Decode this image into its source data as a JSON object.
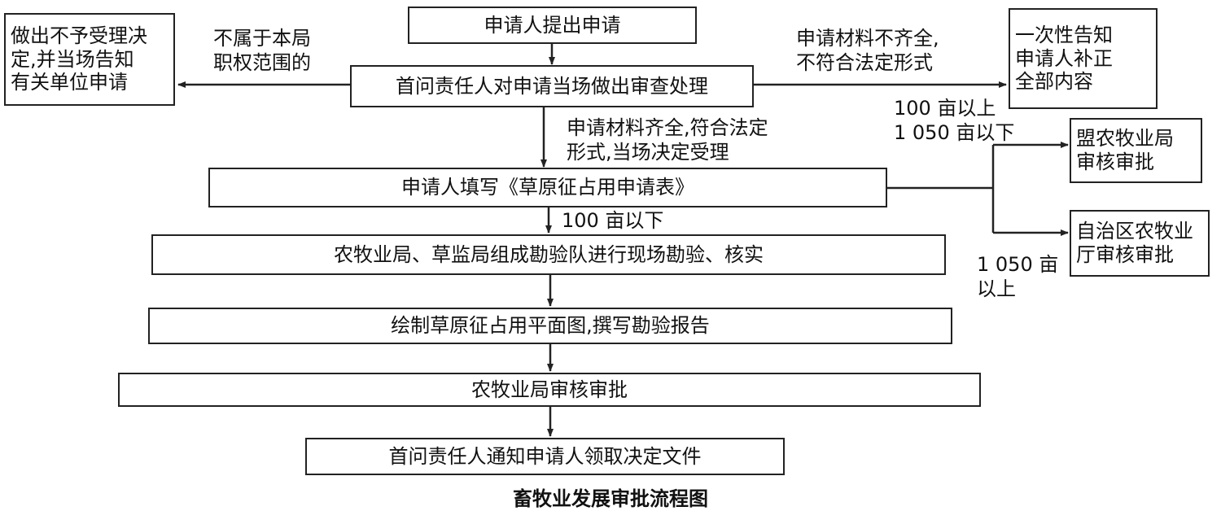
{
  "boxes": {
    "apply": "申请人提出申请",
    "review": "首问责任人对申请当场做出审查处理",
    "reject": "做出不予受理决\n定,并当场告知\n有关单位申请",
    "notify_fix": "一次性告知\n申请人补正\n全部内容",
    "fill_form": "申请人填写《草原征占用申请表》",
    "survey": "农牧业局、草监局组成勘验队进行现场勘验、核实",
    "draw_map": "绘制草原征占用平面图,撰写勘验报告",
    "bureau_approve": "农牧业局审核审批",
    "notify_collect": "首问责任人通知申请人领取决定文件",
    "league_approve": "盟农牧业局\n审核审批",
    "region_approve": "自治区农牧业\n厅审核审批"
  },
  "labels": {
    "not_jurisdiction": "不属于本局\n职权范围的",
    "incomplete": "申请材料不齐全,\n不符合法定形式",
    "complete": "申请材料齐全,符合法定\n形式,当场决定受理",
    "under_100": "100 亩以下",
    "range_100_1050": "100 亩以上\n1 050 亩以下",
    "over_1050": "1 050 亩\n以上"
  },
  "caption": "畜牧业发展审批流程图"
}
